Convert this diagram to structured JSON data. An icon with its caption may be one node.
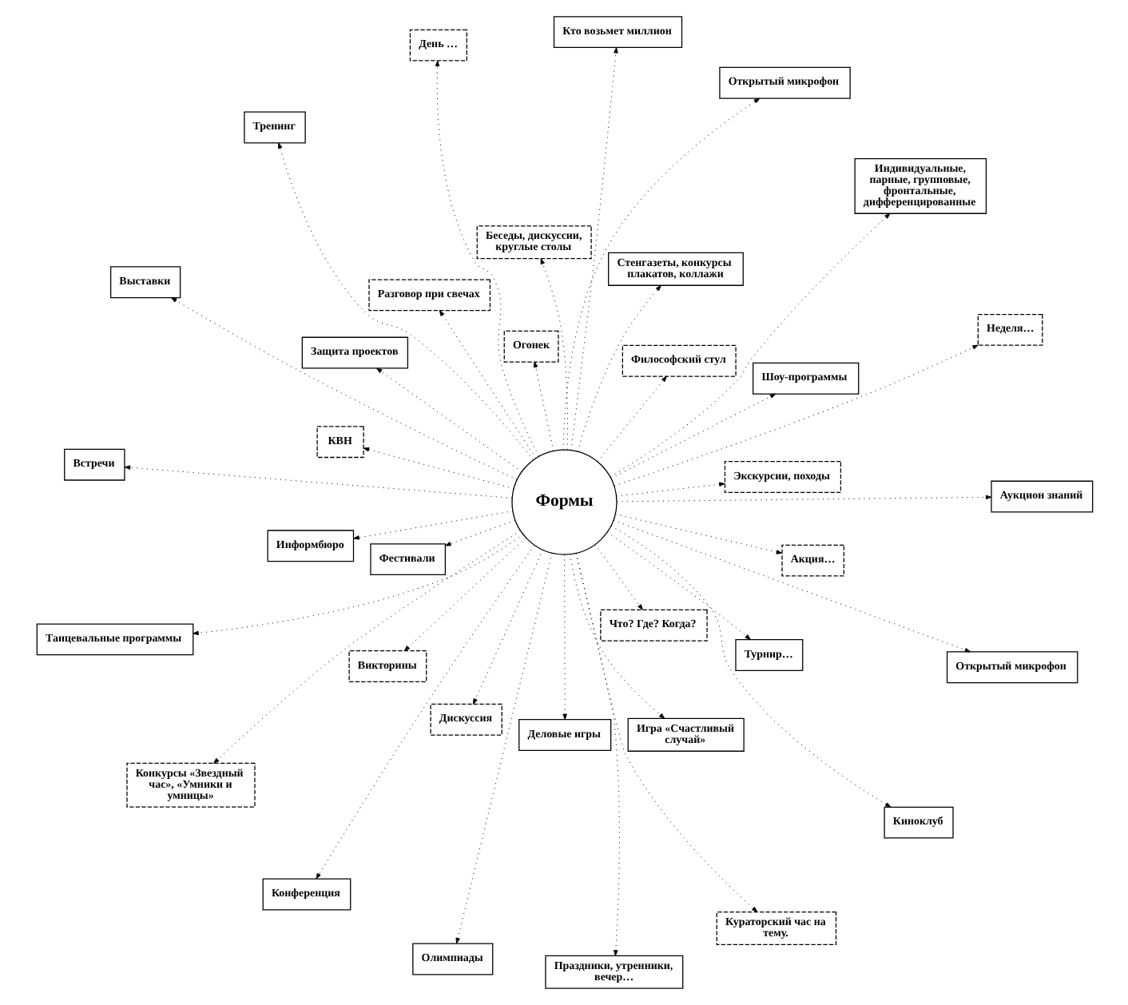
{
  "diagram": {
    "nodes": [
      {
        "text": [
          "Формы"
        ]
      },
      {
        "text": [
          "Экскурсии, походы"
        ]
      },
      {
        "text": [
          "Праздники, утренники, вечер…"
        ]
      },
      {
        "text": [
          "Беседы, дискуссии, круглые столы"
        ]
      },
      {
        "text": [
          "Аукцион знаний"
        ]
      },
      {
        "text": [
          "Фестивали"
        ]
      },
      {
        "text": [
          "Танцевальные программы"
        ]
      },
      {
        "text": [
          "Турнир…"
        ]
      },
      {
        "text": [
          "Олимпиады"
        ]
      },
      {
        "text": [
          "Игра «Счастливый случай»"
        ]
      },
      {
        "text": [
          "Кураторский час на тему."
        ]
      },
      {
        "text": [
          "Информбюро"
        ]
      },
      {
        "text": [
          "Открытый микрофон"
        ]
      },
      {
        "text": [
          "Шоу-программы"
        ]
      },
      {
        "text": [
          "День …"
        ]
      },
      {
        "text": [
          "Деловые игры"
        ]
      },
      {
        "text": [
          "Киноклуб"
        ]
      },
      {
        "text": [
          "Защита проектов"
        ]
      },
      {
        "text": [
          "Выставки"
        ]
      },
      {
        "text": [
          "КВН"
        ]
      },
      {
        "text": [
          "Встречи"
        ]
      },
      {
        "text": [
          "Викторины"
        ]
      },
      {
        "text": [
          "Открытый микрофон"
        ]
      },
      {
        "text": [
          "Стенгазеты, конкурсы плакатов, коллажи"
        ]
      },
      {
        "text": [
          "Тренинг"
        ]
      },
      {
        "text": [
          "Дискуссия"
        ]
      },
      {
        "text": [
          "Неделя…"
        ]
      },
      {
        "text": [
          "Огонек"
        ]
      },
      {
        "text": [
          "Конференция"
        ]
      },
      {
        "text": [
          "Акция…"
        ]
      },
      {
        "text": [
          "Кто возьмет миллион"
        ]
      },
      {
        "text": [
          "Философский стул"
        ]
      },
      {
        "text": [
          "Конкурсы «Звездный час», «Умники и умницы»"
        ]
      },
      {
        "text": [
          "Разговор при свечах"
        ]
      },
      {
        "text": [
          "Индивидуальные, парные, групповые, фронтальные, дифференцированные"
        ]
      },
      {
        "text": [
          "Что? Где? Когда?"
        ]
      }
    ],
    "edges": [
      {
        "from": 0,
        "to": 1,
        "arrow": "to"
      },
      {
        "from": 0,
        "to": 2,
        "arrow": "to"
      },
      {
        "from": 0,
        "to": 3,
        "arrow": "to"
      },
      {
        "from": 0,
        "to": 4,
        "arrow": "to"
      },
      {
        "from": 0,
        "to": 5,
        "arrow": "to"
      },
      {
        "from": 0,
        "to": 6,
        "arrow": "to"
      },
      {
        "from": 0,
        "to": 7,
        "arrow": "to"
      },
      {
        "from": 0,
        "to": 8,
        "arrow": "to"
      },
      {
        "from": 0,
        "to": 9,
        "arrow": "to"
      },
      {
        "from": 0,
        "to": 10,
        "arrow": "to"
      },
      {
        "from": 0,
        "to": 11,
        "arrow": "to"
      },
      {
        "from": 0,
        "to": 12,
        "arrow": "to"
      },
      {
        "from": 0,
        "to": 13,
        "arrow": "to"
      },
      {
        "from": 0,
        "to": 14,
        "arrow": "to"
      },
      {
        "from": 0,
        "to": 15,
        "arrow": "to"
      },
      {
        "from": 0,
        "to": 16,
        "arrow": "to"
      },
      {
        "from": 0,
        "to": 17,
        "arrow": "to"
      },
      {
        "from": 0,
        "to": 18,
        "arrow": "to"
      },
      {
        "from": 0,
        "to": 19,
        "arrow": "to"
      },
      {
        "from": 0,
        "to": 20,
        "arrow": "to"
      },
      {
        "from": 0,
        "to": 21,
        "arrow": "to"
      },
      {
        "from": 0,
        "to": 22,
        "arrow": "to"
      },
      {
        "from": 0,
        "to": 23,
        "arrow": "to"
      },
      {
        "from": 0,
        "to": 24,
        "arrow": "to"
      },
      {
        "from": 0,
        "to": 25,
        "arrow": "to"
      },
      {
        "from": 0,
        "to": 26,
        "arrow": "to"
      },
      {
        "from": 0,
        "to": 27,
        "arrow": "to"
      },
      {
        "from": 0,
        "to": 28,
        "arrow": "to"
      },
      {
        "from": 0,
        "to": 29,
        "arrow": "to"
      },
      {
        "from": 0,
        "to": 30,
        "arrow": "to"
      },
      {
        "from": 0,
        "to": 31,
        "arrow": "to"
      },
      {
        "from": 0,
        "to": 32,
        "arrow": "to"
      },
      {
        "from": 0,
        "to": 33,
        "arrow": "to"
      },
      {
        "from": 0,
        "to": 34,
        "arrow": "to"
      },
      {
        "from": 0,
        "to": 35,
        "arrow": "to"
      }
    ]
  }
}
